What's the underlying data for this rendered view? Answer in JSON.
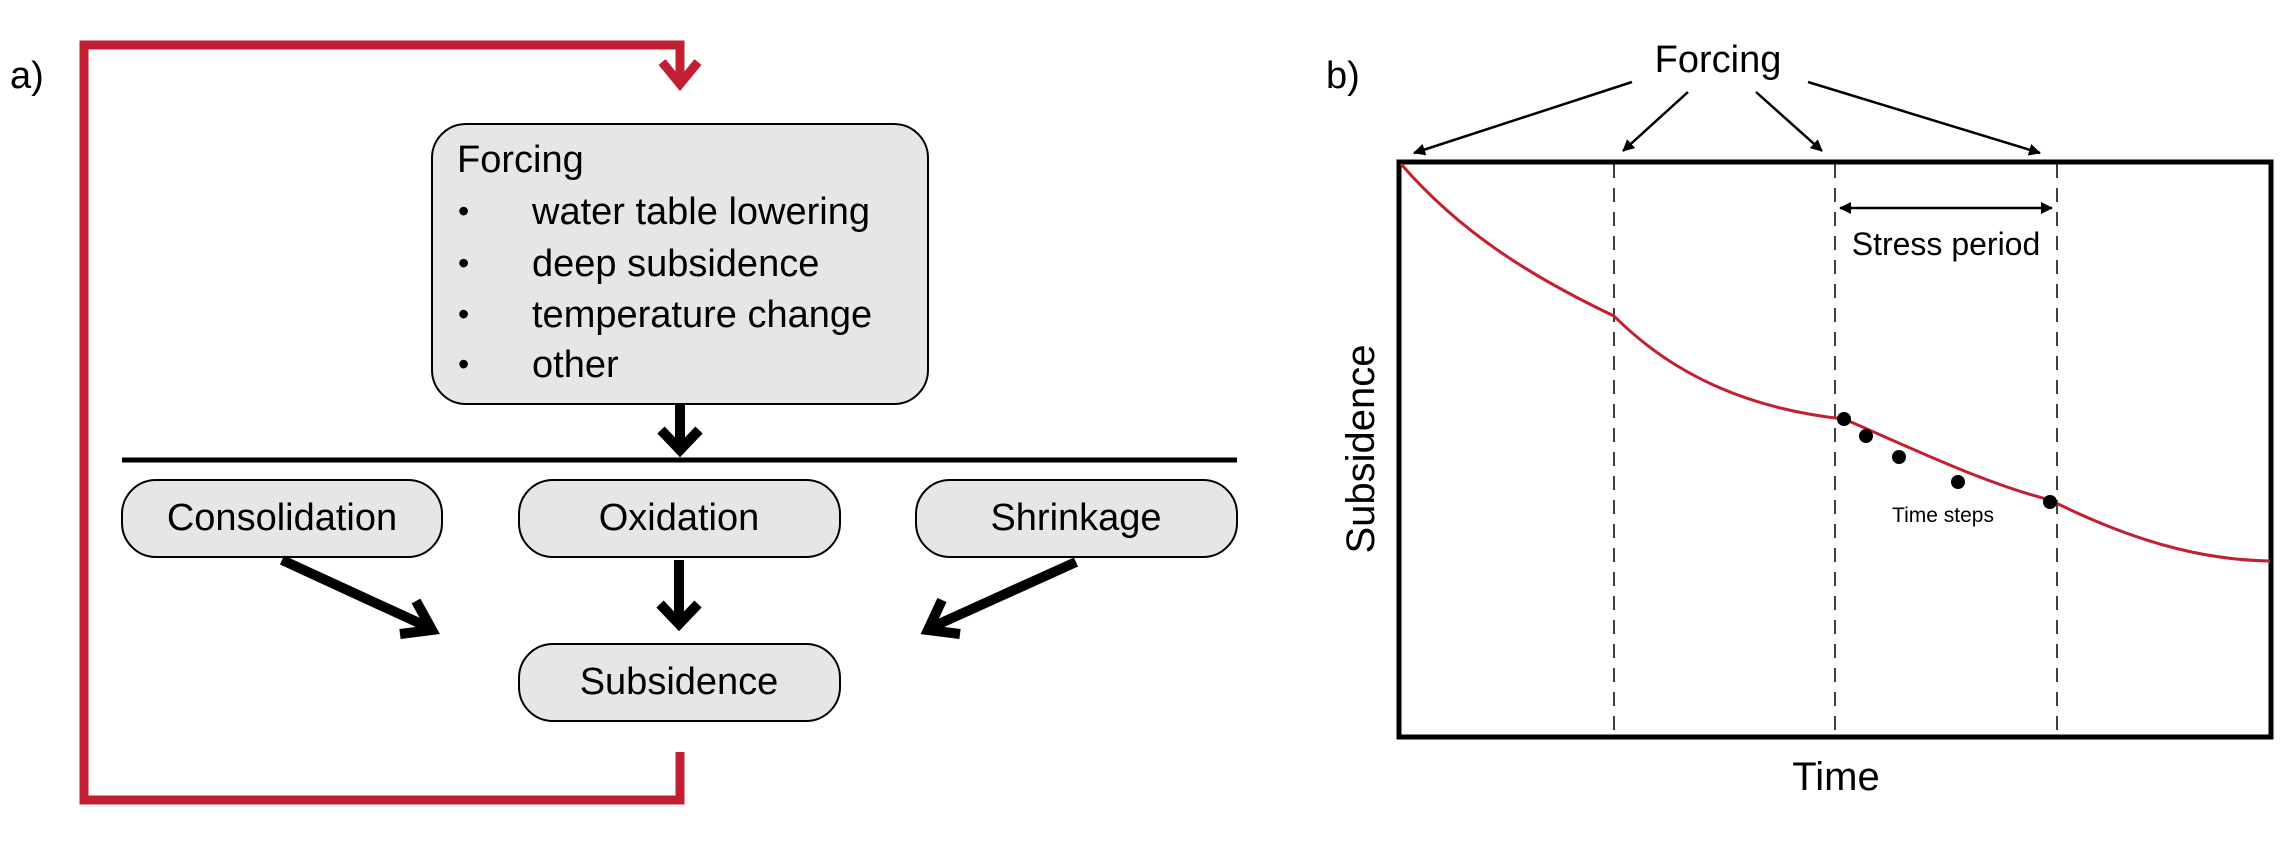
{
  "panel_a": {
    "label": "a)",
    "forcing_box": {
      "title": "Forcing",
      "bullet": "•",
      "items": [
        "water table lowering",
        "deep subsidence",
        "temperature change",
        "other"
      ]
    },
    "processes": [
      "Consolidation",
      "Oxidation",
      "Shrinkage"
    ],
    "result": "Subsidence",
    "colors": {
      "feedback": "#c22032",
      "box_fill": "#e6e6e6"
    }
  },
  "panel_b": {
    "label": "b)",
    "forcing_label": "Forcing",
    "stress_period_label": "Stress period",
    "time_steps_label": "Time steps",
    "xlabel": "Time",
    "ylabel": "Subsidence",
    "colors": {
      "curve": "#c22032"
    }
  }
}
